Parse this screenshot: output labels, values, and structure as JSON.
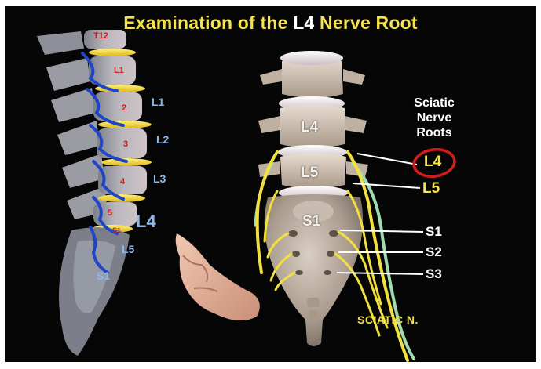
{
  "title": {
    "prefix": "Examination of the ",
    "highlight": "L4",
    "suffix": " Nerve Root"
  },
  "lateral_view": {
    "vertebra_labels": [
      "T12",
      "L1",
      "2",
      "3",
      "4",
      "5",
      "S1"
    ],
    "nerve_labels": [
      "L1",
      "L2",
      "L3",
      "L4",
      "L5",
      "S1"
    ]
  },
  "posterior_view": {
    "vertebra_labels": [
      "L4",
      "L5",
      "S1"
    ],
    "heading": [
      "Sciatic",
      "Nerve",
      "Roots"
    ],
    "root_labels": [
      "L4",
      "L5",
      "S1",
      "S2",
      "S3"
    ],
    "sciatic_label": "SCIATIC N."
  },
  "colors": {
    "background": "#060606",
    "title": "#f6e24a",
    "disc": "#f0d42a",
    "nerve_blue": "#1f46c8",
    "nerve_yellow": "#f2e040",
    "nerve_green": "#9fdcb0",
    "highlight_circle": "#d21c1c"
  }
}
